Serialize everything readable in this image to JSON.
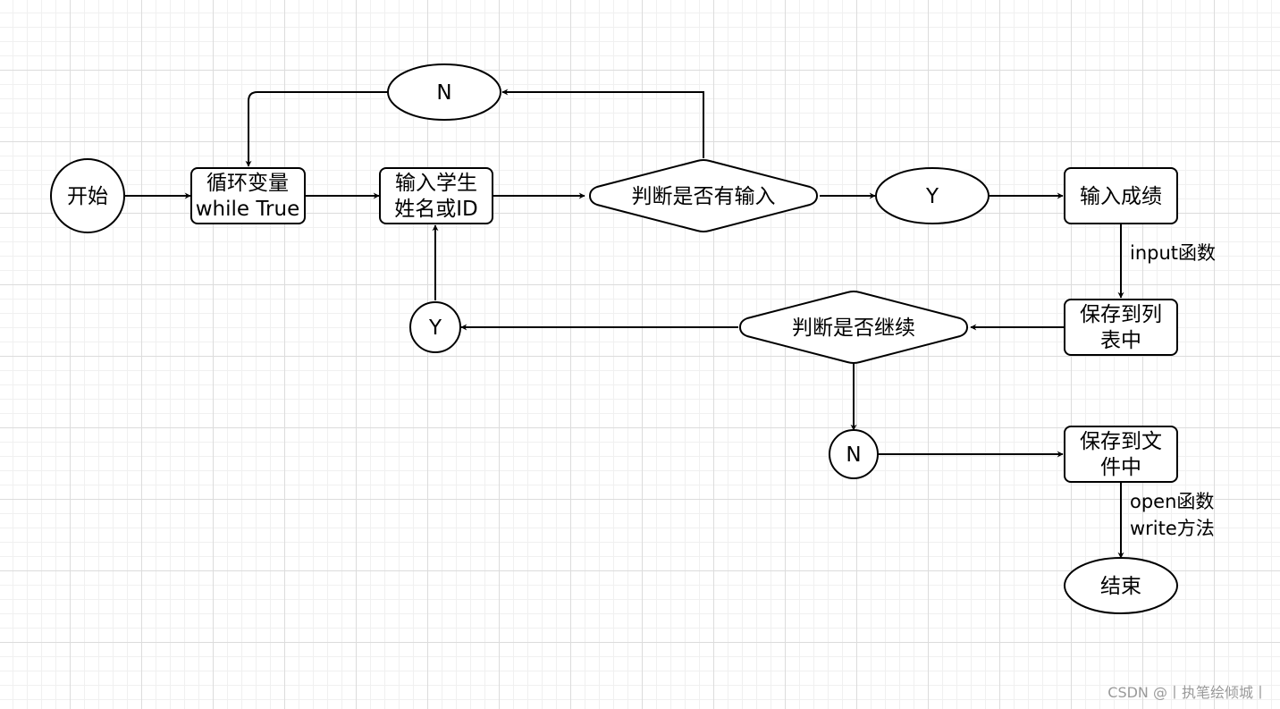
{
  "nodes": {
    "start": "开始",
    "loop": {
      "line1": "循环变量",
      "line2": "while True"
    },
    "input_student": {
      "line1": "输入学生",
      "line2": "姓名或ID"
    },
    "check_input": "判断是否有输入",
    "branch_no_top": "N",
    "branch_yes_mid": "Y",
    "input_score": "输入成绩",
    "save_list": {
      "line1": "保存到列",
      "line2": "表中"
    },
    "check_continue": "判断是否继续",
    "branch_yes_left": "Y",
    "branch_no_bottom": "N",
    "save_file": {
      "line1": "保存到文",
      "line2": "件中"
    },
    "end": "结束"
  },
  "edge_labels": {
    "input_func": "input函数",
    "open_func": "open函数",
    "write_method": "write方法"
  },
  "watermark": "CSDN @丨执笔绘倾城丨"
}
